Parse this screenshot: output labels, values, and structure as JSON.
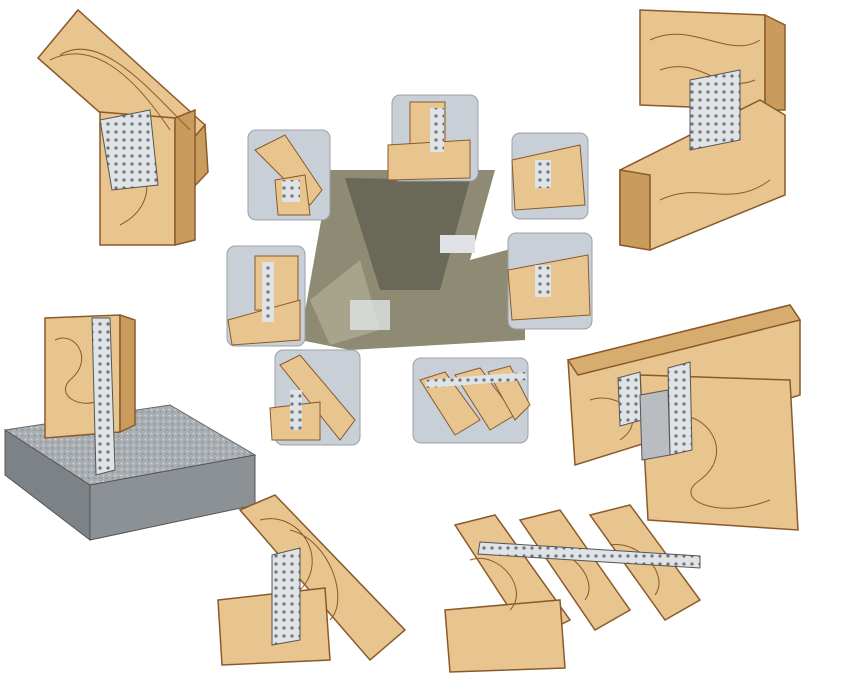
{
  "image": {
    "subject": "wooden-beam-metal-fastener-connections",
    "colors": {
      "wood": "#e8c48e",
      "wood_dark": "#c99c5e",
      "wood_grain": "#8a5a2b",
      "metal": "#dfe3e6",
      "metal_hole": "#6d737a",
      "concrete": "#a9aeb3",
      "concrete_side": "#7d8287",
      "thumb_bg": "#c9cfd6",
      "center_wood": "#8e8a73",
      "center_wood_dark": "#6a6856"
    },
    "panels": [
      {
        "name": "bracket-corner-top-left"
      },
      {
        "name": "angle-bracket-top-right"
      },
      {
        "name": "post-base-plate-concrete"
      },
      {
        "name": "hanger-beam-right"
      },
      {
        "name": "angle-plate-bottom-center"
      },
      {
        "name": "nail-strip-rafters-bottom-right"
      },
      {
        "name": "center-photo-cluster"
      }
    ]
  }
}
